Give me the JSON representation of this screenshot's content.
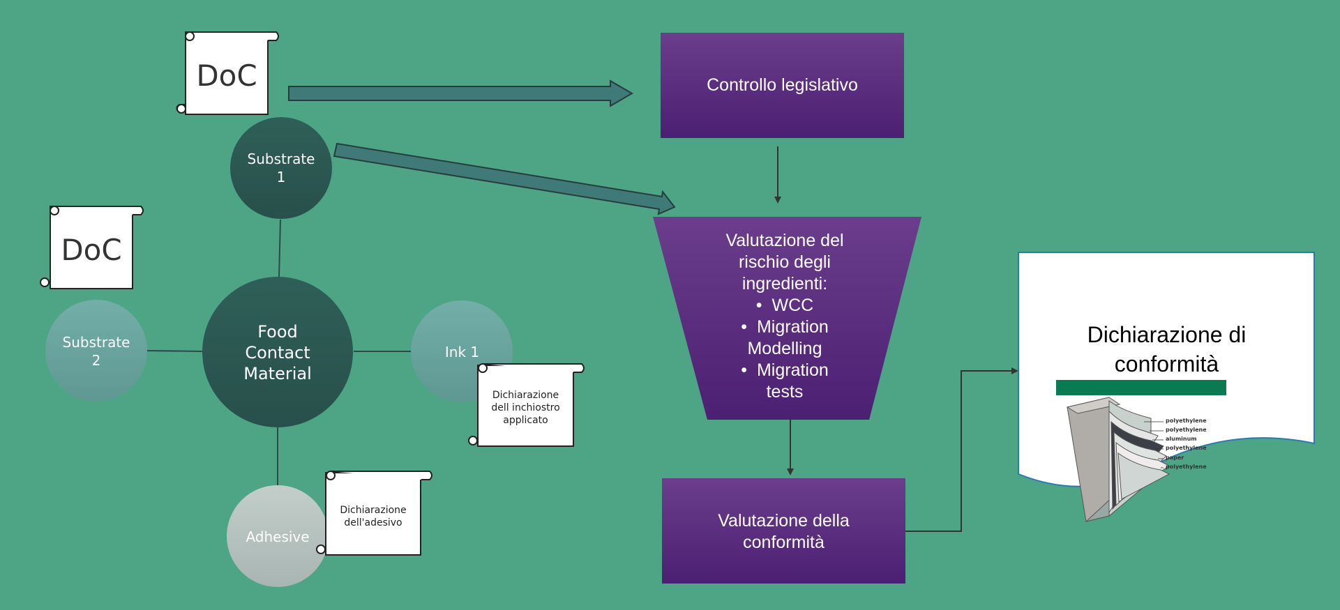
{
  "colors": {
    "background": "#4da586",
    "dark_circle": "#2c5c55",
    "mid_circle": "#6aa39e",
    "light_circle": "#b7c4c2",
    "purple_box": "#5a2a82",
    "arrow_fill": "#3f7a78",
    "doc_accent": "#0a7a52"
  },
  "icons": [
    "scroll-icon",
    "carton-layers-icon"
  ],
  "nodes": {
    "food_contact_material": "Food\nContact\nMaterial",
    "substrate_1": "Substrate\n1",
    "substrate_2": "Substrate\n2",
    "ink_1": "Ink 1",
    "adhesive": "Adhesive"
  },
  "scrolls": {
    "doc_top": "DoC",
    "doc_left": "DoC",
    "ink_declaration": "Dichiarazione\ndell inchiostro\napplicato",
    "adhesive_declaration": "Dichiarazione\ndell'adesivo"
  },
  "process": {
    "legislative_control": "Controllo legislativo",
    "risk_title": "Valutazione del\nrischio degli\ningredienti:",
    "risk_items": [
      "WCC",
      "Migration\nModelling",
      "Migration\ntests"
    ],
    "conformity_assessment": "Valutazione della\nconformità"
  },
  "declaration": {
    "title": "Dichiarazione di\nconformità",
    "layers": [
      "polyethylene",
      "polyethylene",
      "aluminum",
      "polyethylene",
      "paper",
      "polyethylene"
    ]
  }
}
